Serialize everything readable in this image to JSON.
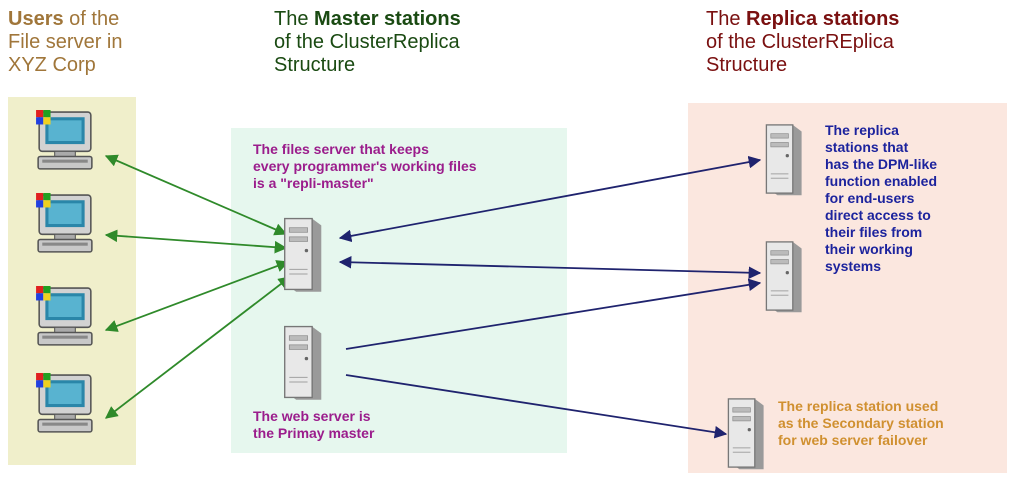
{
  "headings": {
    "users": {
      "bold": "Users",
      "line1_rest": " of the",
      "line2": "File server in",
      "line3": "XYZ Corp"
    },
    "master": {
      "prefix": "The ",
      "bold": "Master stations",
      "line2": "of the ClusterReplica",
      "line3": "Structure"
    },
    "replica": {
      "prefix": "The ",
      "bold": "Replica stations",
      "line2": "of the ClusterREplica",
      "line3": "Structure"
    }
  },
  "notes": {
    "master_file_server": [
      "The files server that keeps",
      "every programmer's working files",
      "is a \"repli-master\""
    ],
    "web_server": [
      "The web server is",
      "the Primay master"
    ],
    "replica_dpm": [
      "The replica",
      "stations that",
      "has the DPM-like",
      "function enabled",
      "for end-users",
      "direct access to",
      "their files from",
      "their working",
      "systems"
    ],
    "replica_secondary": [
      "The replica station used",
      "as the Secondary station",
      "for web server failover"
    ]
  },
  "colors": {
    "users_heading": "#a0763a",
    "master_heading": "#1a4a12",
    "replica_heading": "#7a1010",
    "users_panel": "#f0efcb",
    "master_panel": "#e6f7ee",
    "replica_panel": "#fbe7df",
    "green_arrow": "#2f8a2a",
    "blue_arrow": "#1f236e",
    "master_note": "#9b1d8c",
    "replica_note": "#1c239d",
    "secondary_note": "#d09030"
  },
  "icons": {
    "user_computer": "desktop-computer-icon",
    "server": "server-tower-icon"
  }
}
